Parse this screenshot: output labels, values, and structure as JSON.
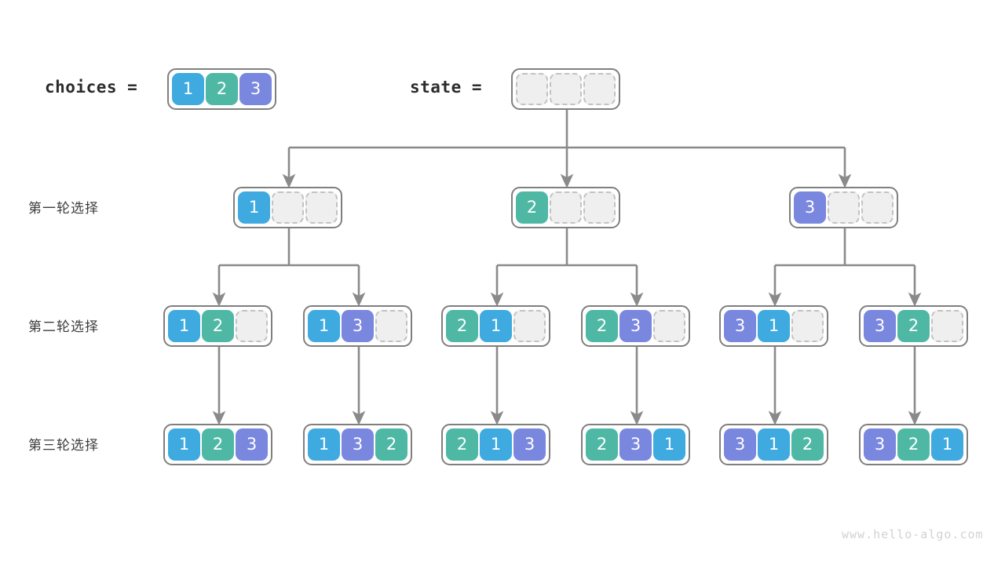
{
  "title": "Permutation backtracking decision tree",
  "watermark": "www.hello-algo.com",
  "colors": {
    "one": "#3eaae0",
    "two": "#4fb8a5",
    "three": "#7a87df",
    "empty_fill": "#efefef",
    "empty_border": "#c2c2c2",
    "node_border": "#7f7f7f",
    "connector": "#8a8a8a",
    "text_dark": "#2b2b2b",
    "label_text": "#3d3d3d",
    "watermark": "#d2d2d2"
  },
  "header": {
    "choices_label": "choices =",
    "choices_values": [
      "1",
      "2",
      "3"
    ],
    "state_label": "state =",
    "state_values": [
      "",
      "",
      ""
    ]
  },
  "rows": [
    {
      "label": "第一轮选择"
    },
    {
      "label": "第二轮选择"
    },
    {
      "label": "第三轮选择"
    }
  ],
  "nodes": {
    "root": {
      "values": [
        "",
        "",
        ""
      ]
    },
    "level1": [
      {
        "values": [
          "1",
          "",
          ""
        ]
      },
      {
        "values": [
          "2",
          "",
          ""
        ]
      },
      {
        "values": [
          "3",
          "",
          ""
        ]
      }
    ],
    "level2": [
      {
        "values": [
          "1",
          "2",
          ""
        ]
      },
      {
        "values": [
          "1",
          "3",
          ""
        ]
      },
      {
        "values": [
          "2",
          "1",
          ""
        ]
      },
      {
        "values": [
          "2",
          "3",
          ""
        ]
      },
      {
        "values": [
          "3",
          "1",
          ""
        ]
      },
      {
        "values": [
          "3",
          "2",
          ""
        ]
      }
    ],
    "level3": [
      {
        "values": [
          "1",
          "2",
          "3"
        ]
      },
      {
        "values": [
          "1",
          "3",
          "2"
        ]
      },
      {
        "values": [
          "2",
          "1",
          "3"
        ]
      },
      {
        "values": [
          "2",
          "3",
          "1"
        ]
      },
      {
        "values": [
          "3",
          "1",
          "2"
        ]
      },
      {
        "values": [
          "3",
          "2",
          "1"
        ]
      }
    ]
  }
}
